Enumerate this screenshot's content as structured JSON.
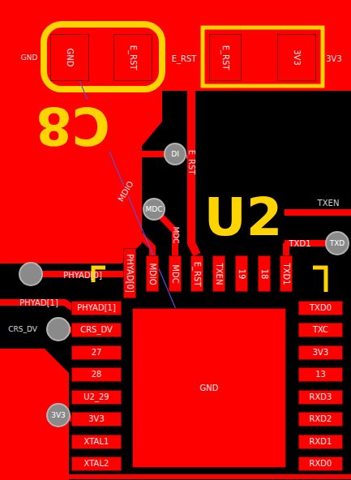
{
  "diagram": {
    "nodes": [
      {
        "text": [
          "GND"
        ]
      },
      {
        "text": [
          "E_RST"
        ]
      },
      {
        "text": [
          "E_RST"
        ]
      },
      {
        "text": [
          "3V3"
        ]
      },
      {
        "text": [
          "DI"
        ]
      },
      {
        "text": [
          "MDC"
        ]
      },
      {
        "text": [
          "TXD"
        ]
      },
      {
        "text": [
          "3V3"
        ]
      },
      {
        "text": [
          "PHYAD[0]"
        ]
      },
      {
        "text": [
          "MDIO"
        ]
      },
      {
        "text": [
          "MDC"
        ]
      },
      {
        "text": [
          "E_RST"
        ]
      },
      {
        "text": [
          "TXEN"
        ]
      },
      {
        "text": [
          "19"
        ]
      },
      {
        "text": [
          "18"
        ]
      },
      {
        "text": [
          "TXD1"
        ]
      },
      {
        "text": [
          "PHYAD[1]"
        ]
      },
      {
        "text": [
          "CRS_DV"
        ]
      },
      {
        "text": [
          "27"
        ]
      },
      {
        "text": [
          "28"
        ]
      },
      {
        "text": [
          "U2_29"
        ]
      },
      {
        "text": [
          "3V3"
        ]
      },
      {
        "text": [
          "XTAL1"
        ]
      },
      {
        "text": [
          "XTAL2"
        ]
      },
      {
        "text": [
          "TXD0"
        ]
      },
      {
        "text": [
          "TXC"
        ]
      },
      {
        "text": [
          "3V3"
        ]
      },
      {
        "text": [
          "13"
        ]
      },
      {
        "text": [
          "RXD3"
        ]
      },
      {
        "text": [
          "RXD2"
        ]
      },
      {
        "text": [
          "RXD1"
        ]
      },
      {
        "text": [
          "RXD0"
        ]
      },
      {
        "text": [
          "GND"
        ]
      }
    ],
    "edges": [
      {
        "from": 0,
        "to": 32,
        "arrow": "none"
      }
    ],
    "labels": [
      "GND",
      "E_RST",
      "3V3",
      "C8",
      "MDIO",
      "E_RST",
      "U2",
      "TXEN",
      "TXD1",
      "MDC",
      "PHYAD[0]",
      "PHYAD[1]",
      "CRS_DV"
    ]
  }
}
